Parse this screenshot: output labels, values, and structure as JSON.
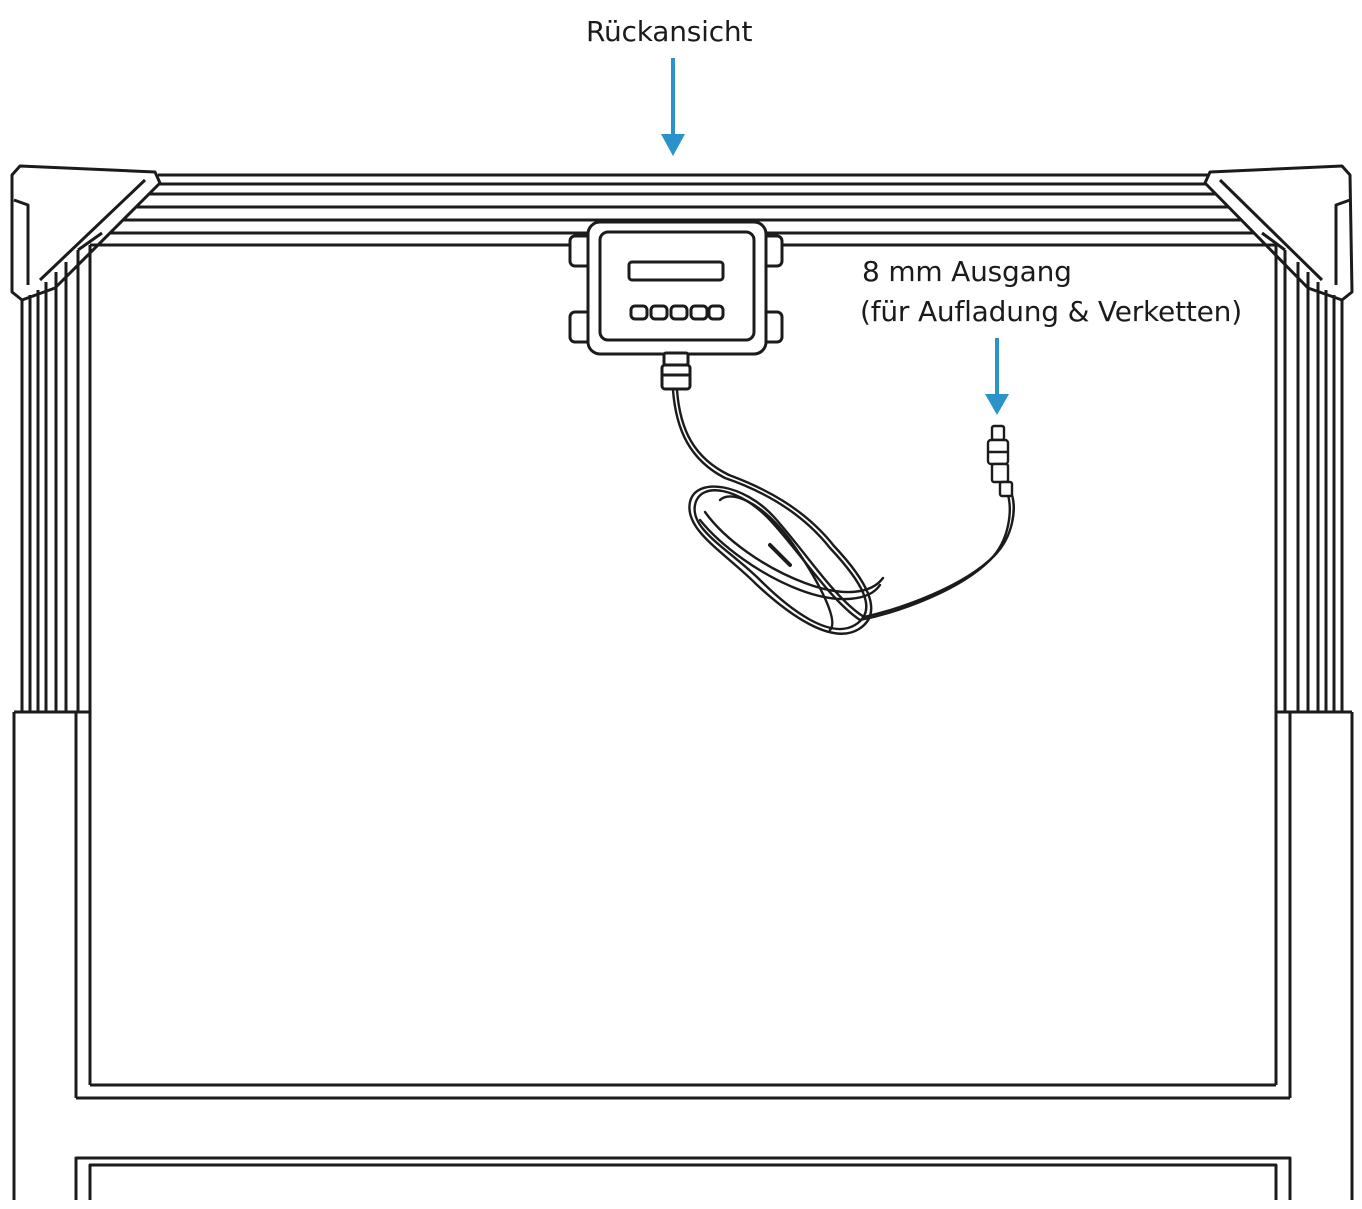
{
  "labels": {
    "back_view": "Rückansicht",
    "output_line1": "8 mm Ausgang",
    "output_line2": "(für Aufladung & Verketten)"
  },
  "colors": {
    "arrow": "#2a93c9",
    "outline": "#1b1b1b",
    "fill": "#ffffff"
  },
  "icons": {
    "junction_box": "junction-box-icon",
    "connector": "dc-connector-icon"
  }
}
